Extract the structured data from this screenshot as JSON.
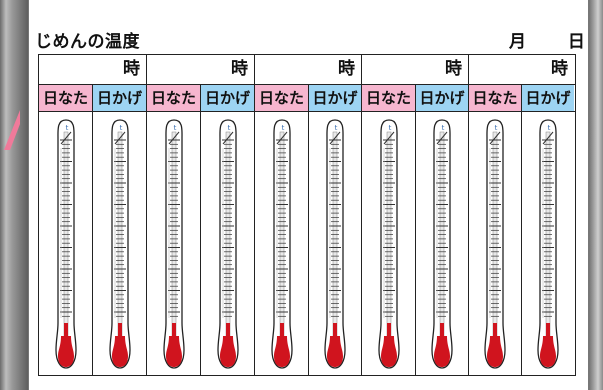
{
  "sheet": {
    "title": "じめんの温度",
    "month_label": "月",
    "day_label": "日"
  },
  "hour_label": "時",
  "columns": [
    {
      "sun_label": "日なた",
      "shade_label": "日かげ"
    },
    {
      "sun_label": "日なた",
      "shade_label": "日かげ"
    },
    {
      "sun_label": "日なた",
      "shade_label": "日かげ"
    },
    {
      "sun_label": "日なた",
      "shade_label": "日かげ"
    },
    {
      "sun_label": "日なた",
      "shade_label": "日かげ"
    }
  ],
  "colors": {
    "sun": "#f6b6cf",
    "shade": "#9dd4f3",
    "bulb": "#d0141e"
  },
  "thermometer_symbol": "t"
}
